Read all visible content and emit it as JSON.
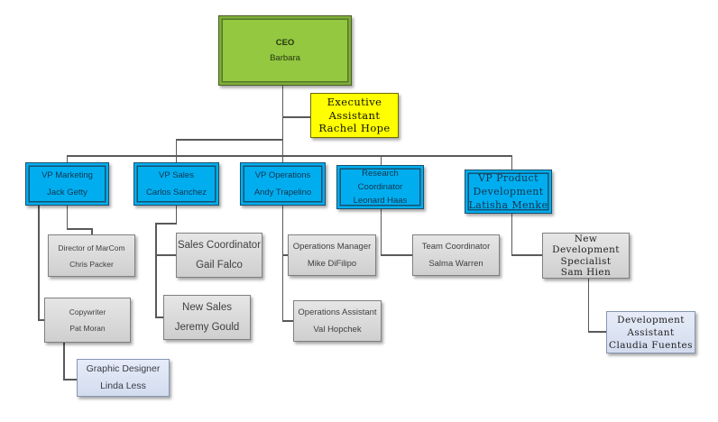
{
  "diagram_type": "org-chart",
  "colors": {
    "ceo_fill": "#93C840",
    "ceo_border": "#4A5E22",
    "vp_fill": "#00AEF0",
    "vp_border": "#17506B",
    "assistant_fill": "#FFFF00",
    "assistant_border": "#6B6B00",
    "staff_fill": "#D6D6D6",
    "staff_border": "#808080",
    "junior_fill": "#DCE3F3",
    "junior_border": "#8796B3",
    "connector": "#595959",
    "background": "#FFFFFF"
  },
  "nodes": {
    "ceo": {
      "role": "CEO",
      "name": "Barbara",
      "lines": [
        "CEO",
        "Barbara"
      ],
      "reports_to": null
    },
    "executive_assistant": {
      "role": "Executive Assistant",
      "name": "Rachel Hope",
      "lines": [
        "Executive",
        "Assistant",
        "Rachel Hope"
      ],
      "reports_to": "ceo"
    },
    "vp_marketing": {
      "role": "VP Marketing",
      "name": "Jack Getty",
      "lines": [
        "VP Marketing",
        "Jack Getty"
      ],
      "reports_to": "ceo"
    },
    "vp_sales": {
      "role": "VP Sales",
      "name": "Carlos Sanchez",
      "lines": [
        "VP Sales",
        "Carlos Sanchez"
      ],
      "reports_to": "ceo"
    },
    "vp_operations": {
      "role": "VP Operations",
      "name": "Andy Trapelino",
      "lines": [
        "VP Operations",
        "Andy Trapelino"
      ],
      "reports_to": "ceo"
    },
    "research_coordinator": {
      "role": "Research Coordinator",
      "name": "Leonard Haas",
      "lines": [
        "Research",
        "Coordinator",
        "Leonard Haas"
      ],
      "reports_to": "ceo"
    },
    "vp_product_development": {
      "role": "VP Product Development",
      "name": "Latisha Menke",
      "lines": [
        "VP Product",
        "Development",
        "Latisha Menke"
      ],
      "reports_to": "ceo"
    },
    "director_marcom": {
      "role": "Director of MarCom",
      "name": "Chris Packer",
      "lines": [
        "Director of MarCom",
        "Chris Packer"
      ],
      "reports_to": "vp_marketing"
    },
    "sales_coordinator": {
      "role": "Sales Coordinator",
      "name": "Gail Falco",
      "lines": [
        "Sales Coordinator",
        "Gail Falco"
      ],
      "reports_to": "vp_sales"
    },
    "operations_manager": {
      "role": "Operations Manager",
      "name": "Mike DiFilipo",
      "lines": [
        "Operations Manager",
        "Mike DiFilipo"
      ],
      "reports_to": "vp_operations"
    },
    "team_coordinator": {
      "role": "Team Coordinator",
      "name": "Salma Warren",
      "lines": [
        "Team Coordinator",
        "Salma Warren"
      ],
      "reports_to": "research_coordinator"
    },
    "new_development_specialist": {
      "role": "New Development Specialist",
      "name": "Sam Hien",
      "lines": [
        "New",
        "Development",
        "Specialist",
        "Sam Hien"
      ],
      "reports_to": "vp_product_development"
    },
    "copywriter": {
      "role": "Copywriter",
      "name": "Pat Moran",
      "lines": [
        "Copywriter",
        "Pat Moran"
      ],
      "reports_to": "vp_marketing"
    },
    "new_sales": {
      "role": "New Sales",
      "name": "Jeremy Gould",
      "lines": [
        "New Sales",
        "Jeremy Gould"
      ],
      "reports_to": "vp_sales"
    },
    "operations_assistant": {
      "role": "Operations Assistant",
      "name": "Val Hopchek",
      "lines": [
        "Operations Assistant",
        "Val Hopchek"
      ],
      "reports_to": "vp_operations"
    },
    "graphic_designer": {
      "role": "Graphic Designer",
      "name": "Linda Less",
      "lines": [
        "Graphic Designer",
        "Linda Less"
      ],
      "reports_to": "copywriter"
    },
    "development_assistant": {
      "role": "Development Assistant",
      "name": "Claudia Fuentes",
      "lines": [
        "Development",
        "Assistant",
        "Claudia Fuentes"
      ],
      "reports_to": "new_development_specialist"
    }
  }
}
